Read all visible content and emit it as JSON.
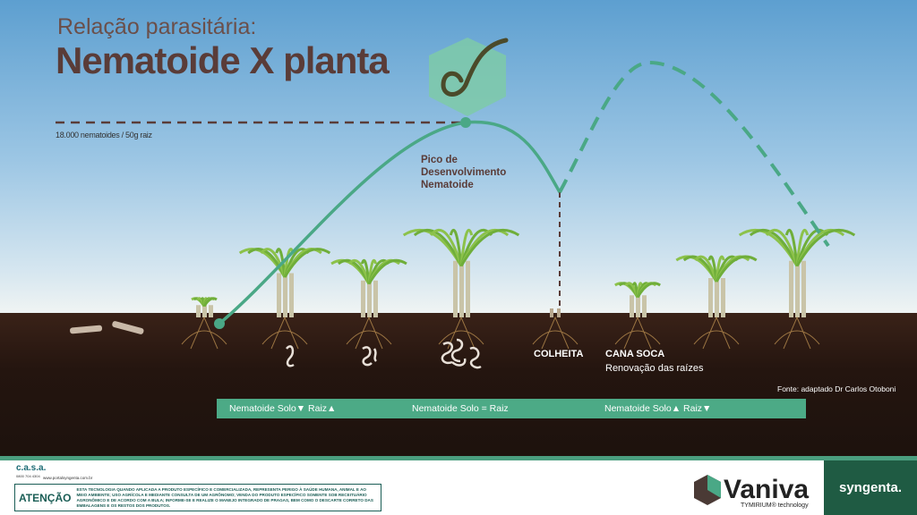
{
  "header": {
    "subtitle": "Relação parasitária:",
    "title": "Nematoide X planta"
  },
  "chart": {
    "threshold_label": "18.000 nematoides / 50g raiz",
    "peak_label": "Pico de Desenvolvimento Nematoide",
    "harvest_label": "COLHEITA",
    "ratoon_label": "CANA SOCA",
    "ratoon_sub": "Renovação das raízes",
    "source": "Fonte: adaptado Dr Carlos Otoboni"
  },
  "legend_bar": {
    "stage1": "Nematoide Solo▼  Raiz▲",
    "stage2": "Nematoide Solo  =  Raiz",
    "stage3": "Nematoide Solo▲  Raiz▼"
  },
  "footer": {
    "casa": "c.a.s.a.",
    "casa_phone": "0800 704 4304",
    "url": "www.portalsyngenta.com.br",
    "warning_title": "ATENÇÃO",
    "warning_text": "ESTA TECNOLOGIA QUANDO APLICADA A PRODUTO ESPECÍFICO E COMERCIALIZADA, REPRESENTA PERIGO À SAÚDE HUMANA, ANIMAL E AO MEIO AMBIENTE; USO AGRÍCOLA E MEDIANTE CONSULTA DE UM AGRÔNOMO; VENDA DO PRODUTO ESPECÍFICO SOMENTE SOB RECEITUÁRIO AGRONÔMICO E DE ACORDO COM A BULA; INFORME-SE E REALIZE O MANEJO INTEGRADO DE PRAGAS, BEM COMO O DESCARTE CORRETO DAS EMBALAGENS E OS RESTOS DOS PRODUTOS.",
    "brand": "Vaniva",
    "brand_sub": "TYMIRIUM® technology",
    "company": "syngenta."
  },
  "colors": {
    "curve": "#4aa886",
    "title": "#5a3c38",
    "soil": "#24150f",
    "company_bg": "#1f5b43"
  }
}
